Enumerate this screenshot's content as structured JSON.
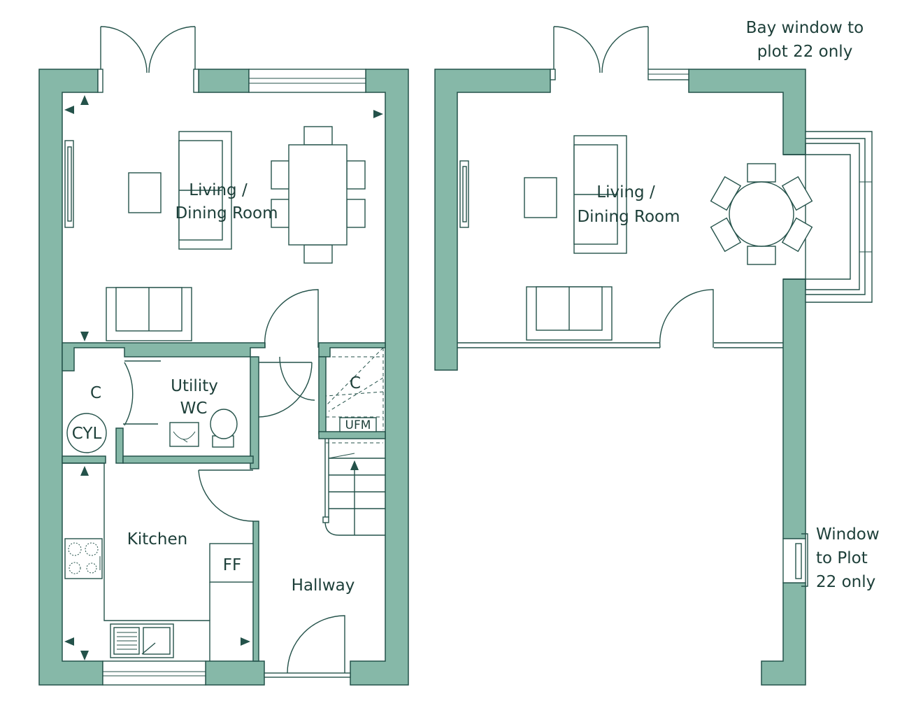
{
  "ground_floor": {
    "living_label_1": "Living /",
    "living_label_2": "Dining Room",
    "utility_label_1": "Utility",
    "utility_label_2": "WC",
    "cupboard_1": "C",
    "cylinder": "CYL",
    "cupboard_2": "C",
    "ufm": "UFM",
    "kitchen": "Kitchen",
    "ff": "FF",
    "hallway": "Hallway"
  },
  "bay_floor": {
    "living_label_1": "Living /",
    "living_label_2": "Dining Room"
  },
  "notes": {
    "bay_1": "Bay window to",
    "bay_2": "plot 22 only",
    "win_1": "Window",
    "win_2": "to Plot",
    "win_3": "22 only"
  },
  "colors": {
    "wall": "#86b8a8",
    "line": "#24524a",
    "text": "#1d3f39"
  }
}
